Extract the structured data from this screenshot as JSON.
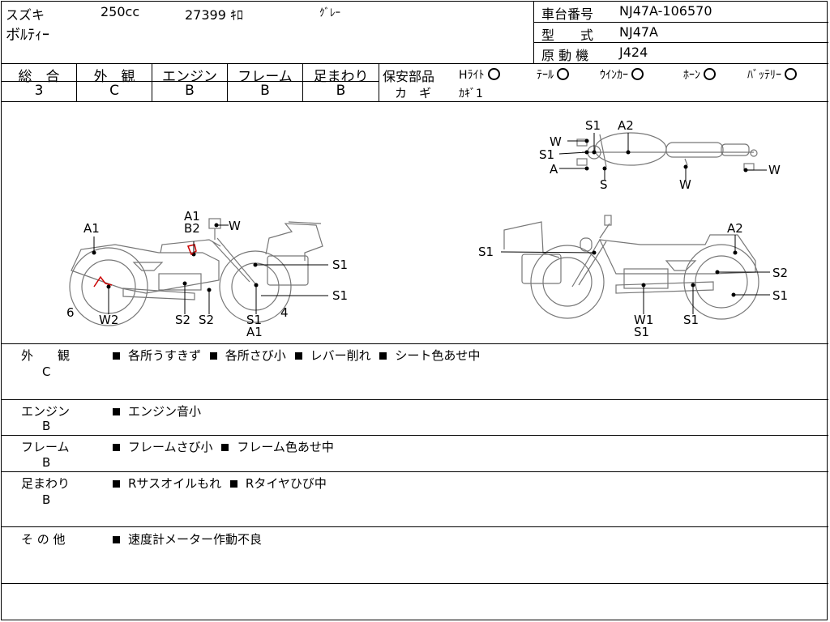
{
  "header": {
    "maker": "スズキ",
    "displacement": "250cc",
    "mileage": "27399 ｷﾛ",
    "color": "ｸﾞﾚｰ",
    "model_name": "ボﾙﾃｨｰ",
    "frame_no_label": "車台番号",
    "frame_no": "NJ47A-106570",
    "type_label": "型　　式",
    "type": "NJ47A",
    "engine_label": "原 動 機",
    "engine": "J424"
  },
  "grades": [
    {
      "label": "総　合",
      "value": "3"
    },
    {
      "label": "外　観",
      "value": "C"
    },
    {
      "label": "エンジン",
      "value": "B"
    },
    {
      "label": "フレーム",
      "value": "B"
    },
    {
      "label": "足まわり",
      "value": "B"
    }
  ],
  "safety": {
    "label": "保安部品",
    "items": [
      {
        "name": "Hﾗｲﾄ"
      },
      {
        "name": "ﾃｰﾙ"
      },
      {
        "name": "ｳｲﾝｶｰ"
      },
      {
        "name": "ﾎｰﾝ"
      },
      {
        "name": "ﾊﾞｯﾃﾘｰ"
      }
    ],
    "key_label": "カ　ギ",
    "key_value": "ｶｷﾞ1"
  },
  "diagram_labels": {
    "top": {
      "w1": "W",
      "s1a": "S1",
      "a2": "A2",
      "s1b": "S1",
      "a": "A",
      "s": "S",
      "w2": "W",
      "w3": "W"
    },
    "left": {
      "a1": "A1",
      "a1b": "A1",
      "b2": "B2",
      "w": "W",
      "s1a": "S1",
      "s1b": "S1",
      "n6": "6",
      "w2": "W2",
      "s2a": "S2",
      "s2b": "S2",
      "s1c": "S1",
      "a1c": "A1",
      "n4": "4"
    },
    "right": {
      "s1a": "S1",
      "a2": "A2",
      "s2": "S2",
      "s1b": "S1",
      "w1": "W1",
      "s1c": "S1",
      "s1d": "S1"
    }
  },
  "remarks": [
    {
      "title": "外　　観",
      "grade": "C",
      "items": [
        "各所うすきず",
        "各所さび小",
        "レバー削れ",
        "シート色あせ中"
      ]
    },
    {
      "title": "エンジン",
      "grade": "B",
      "items": [
        "エンジン音小"
      ]
    },
    {
      "title": "フレーム",
      "grade": "B",
      "items": [
        "フレームさび小",
        "フレーム色あせ中"
      ]
    },
    {
      "title": "足まわり",
      "grade": "B",
      "items": [
        "Rサスオイルもれ",
        "Rタイヤひび中"
      ]
    },
    {
      "title": "そ の 他",
      "grade": "",
      "items": [
        "速度計メーター作動不良"
      ]
    }
  ]
}
